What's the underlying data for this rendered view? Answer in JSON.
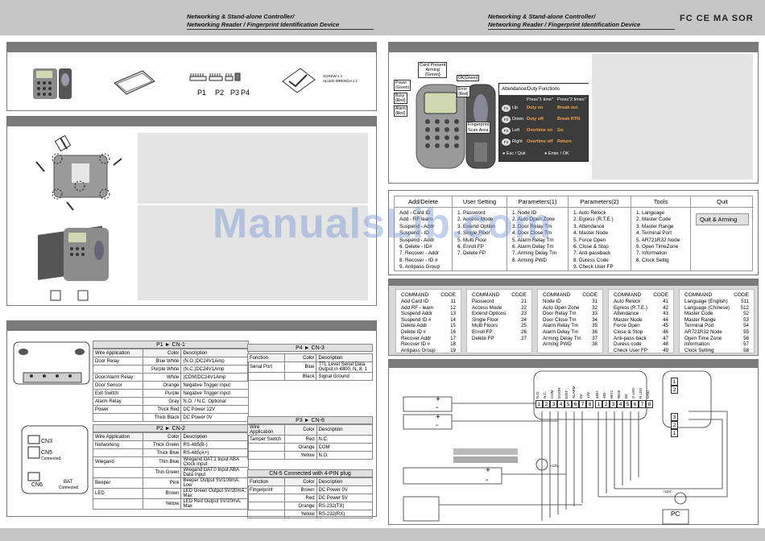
{
  "header": {
    "left_line1": "Networking & Stand-alone Controller/",
    "left_line2": "Networking Reader / Fingerprint Identification Device",
    "right_line1": "Networking & Stand-alone Controller/",
    "right_line2": "Networking Reader / Fingerprint Identification Device",
    "certs": "FC CE MA SOR"
  },
  "package": {
    "connectors": [
      "P1",
      "P2",
      "P3",
      "P4"
    ],
    "screw_note1": "SCREW x 2",
    "screw_note2": "ALLEN WRENCH x 1"
  },
  "device": {
    "labels": {
      "card_present": "Card Present",
      "arming": "Arming",
      "green": "(Green)",
      "power": "Power",
      "busy": "Busy",
      "red": "(Red)",
      "alarm": "Alarm",
      "ok": "OK",
      "error": "Error",
      "fingerprint": "Fingerprint",
      "scan_area": "Scan Area"
    },
    "attendance": {
      "title": "Attendance/Duty Functions",
      "press1": "Press\"1 time\"",
      "press2": "Press\"2 times\"",
      "rows": [
        {
          "key": "F1",
          "name": "Up",
          "a": "Duty on",
          "b": "Break out"
        },
        {
          "key": "F2",
          "name": "Down",
          "a": "Duty off",
          "b": "Break RTN"
        },
        {
          "key": "F3",
          "name": "Left",
          "a": "Overtime on",
          "b": "Go"
        },
        {
          "key": "F4",
          "name": "Right",
          "a": "Overtime off",
          "b": "Return"
        }
      ],
      "esc": "Esc / Quit",
      "enter": "Enter / OK"
    }
  },
  "menu": {
    "columns": [
      {
        "title": "Add/Delete",
        "items": [
          "Add - Card ID",
          "Add - RF learn",
          "Suspend - Addr",
          "Suspend - ID",
          "Suspend - Addr",
          "6. Delete - ID#",
          "7. Recover - Addr",
          "8. Recover - ID #",
          "9. Antipass Group"
        ]
      },
      {
        "title": "User Setting",
        "items": [
          "1. Password",
          "2. Access Mode",
          "3. Extend Option",
          "4. Single Floor",
          "5. Multi Floor",
          "6. Enroll FP",
          "7. Delete FP"
        ]
      },
      {
        "title": "Parameters(1)",
        "items": [
          "1. Node ID",
          "2. Auto Open Zone",
          "3. Door Relay Tm",
          "4. Door Close Tm",
          "5. Alarm Relay Tm",
          "6. Alarm Delay Tm",
          "7. Arming Delay Tm",
          "8. Arming PWD"
        ]
      },
      {
        "title": "Parameters(2)",
        "items": [
          "1. Auto Relock",
          "2. Egress (R.T.E.)",
          "3. Attendance",
          "4. Master Node",
          "5. Force Open",
          "6. Close & Stop",
          "7. Anti-passback",
          "8. Duress Code",
          "9. Check User FP"
        ]
      },
      {
        "title": "Tools",
        "items": [
          "1. Language",
          "2. Master Code",
          "3. Master Range",
          "4. Terminal Port",
          "5. AR721R32 Node",
          "6. Open TimeZone",
          "7. Information",
          "8. Clock Settig"
        ]
      },
      {
        "title": "Quit",
        "items": [
          "Quit & Arming"
        ]
      }
    ]
  },
  "codes": [
    {
      "head": [
        "COMMAND",
        "CODE"
      ],
      "rows": [
        [
          "Add Card ID",
          "11"
        ],
        [
          "Add RF - learn",
          "12"
        ],
        [
          "Suspend Addr",
          "13"
        ],
        [
          "Suspend ID #",
          "14"
        ],
        [
          "Delete Addr",
          "15"
        ],
        [
          "Delete ID #",
          "16"
        ],
        [
          "Recover Addr",
          "17"
        ],
        [
          "Recover ID #",
          "18"
        ],
        [
          "Antipass Group",
          "19"
        ]
      ]
    },
    {
      "head": [
        "COMMAND",
        "CODE"
      ],
      "rows": [
        [
          "Password",
          "21"
        ],
        [
          "Access Mode",
          "22"
        ],
        [
          "Extend Options",
          "23"
        ],
        [
          "Single Floor",
          "24"
        ],
        [
          "Multi Floors",
          "25"
        ],
        [
          "Enroll FP",
          "26"
        ],
        [
          "Delete FP",
          "27"
        ]
      ]
    },
    {
      "head": [
        "COMMAND",
        "CODE"
      ],
      "rows": [
        [
          "Node ID",
          "31"
        ],
        [
          "Auto Open Zone",
          "32"
        ],
        [
          "Door Relay Tm",
          "33"
        ],
        [
          "Door Close Tm",
          "34"
        ],
        [
          "Alarm Relay Tm",
          "35"
        ],
        [
          "Alarm Delay Tm",
          "36"
        ],
        [
          "Arming Delay Tm",
          "37"
        ],
        [
          "Arming PWD",
          "38"
        ]
      ]
    },
    {
      "head": [
        "COMMAND",
        "CODE"
      ],
      "rows": [
        [
          "Auto Relock",
          "41"
        ],
        [
          "Egress (R.T.E.)",
          "42"
        ],
        [
          "Attendance",
          "43"
        ],
        [
          "Master Node",
          "44"
        ],
        [
          "Force Open",
          "45"
        ],
        [
          "Close & Stop",
          "46"
        ],
        [
          "Anti-pass back",
          "47"
        ],
        [
          "Duress code",
          "48"
        ],
        [
          "Check User FP",
          "49"
        ]
      ]
    },
    {
      "head": [
        "COMMAND",
        "CODE"
      ],
      "rows": [
        [
          "Language (English)",
          "511"
        ],
        [
          "Language (Chinese)",
          "512"
        ],
        [
          "Master Code",
          "52"
        ],
        [
          "Master Range",
          "53"
        ],
        [
          "Terminal Port",
          "54"
        ],
        [
          "AR721R32 Node",
          "55"
        ],
        [
          "Open Time Zone",
          "56"
        ],
        [
          "Information",
          "57"
        ],
        [
          "Clock Setting",
          "58"
        ]
      ]
    }
  ],
  "wiring": {
    "board_labels": {
      "cn3": "CN3",
      "cn5": "CN5",
      "connected": "Connected",
      "cn6": "CN6",
      "bat": "BAT",
      "bat_connected": "Connected"
    },
    "p1": {
      "title": "P1 ► CN-1",
      "head": [
        "",
        "Color",
        "Description"
      ],
      "rows": [
        [
          "Wire Application",
          "Color",
          "Description"
        ],
        [
          "Door Relay",
          "Blue White",
          "(N.O.)DC24V1Amp"
        ],
        [
          "",
          "Purple White",
          "(N.C.)DC24V1Amp"
        ],
        [
          "Door/Alarm Relay",
          "White",
          "(COM)DC24V1Amp"
        ],
        [
          "Door Sensor",
          "Orange",
          "Negative Trigger input"
        ],
        [
          "Exit Switch",
          "Purple",
          "Negative Trigger input"
        ],
        [
          "Alarm Relay",
          "Gray",
          "N.O. / N.C. Optional"
        ],
        [
          "Power",
          "Thick Red",
          "DC Power 12V"
        ],
        [
          "",
          "Thick Black",
          "DC Power 0V"
        ]
      ]
    },
    "p2": {
      "title": "P2 ► CN-2",
      "rows": [
        [
          "Wire Application",
          "Color",
          "Description"
        ],
        [
          "Networking",
          "Thick Green",
          "RS-485(B-)"
        ],
        [
          "",
          "Thick Blue",
          "RS-485(A+)"
        ],
        [
          "Wiegand",
          "Thin Blue",
          "Wiegand DAT:1 Input ABA Clock Input"
        ],
        [
          "",
          "Thin Green",
          "Wiegand DAT:0 Input ABA Data Input"
        ],
        [
          "Beeper",
          "Pink",
          "Beeper Output 5V/100mA, Low"
        ],
        [
          "LED",
          "Brown",
          "LED Green Output 5V/20mA, Max"
        ],
        [
          "",
          "Yellow",
          "LED Red Output 5V/20mA, Max"
        ]
      ]
    },
    "p4": {
      "title": "P4 ► CN-3",
      "rows": [
        [
          "Function",
          "Color",
          "Description"
        ],
        [
          "Serial Port",
          "Blue",
          "TTL Level Serial Data Output in 4800, N, 8, 1"
        ],
        [
          "",
          "Black",
          "Signal Ground"
        ]
      ]
    },
    "p3": {
      "title": "P3 ► CN-6",
      "rows": [
        [
          "Wire Application",
          "Color",
          "Description"
        ],
        [
          "Tamper Switch",
          "Red",
          "N.C."
        ],
        [
          "",
          "Orange",
          "COM"
        ],
        [
          "",
          "Yellow",
          "N.O."
        ]
      ]
    },
    "cn5": {
      "title": "CN-5  Connected  with 4-PIN plug",
      "rows": [
        [
          "Function",
          "Color",
          "Description"
        ],
        [
          "Fingerprint",
          "Brown",
          "DC Power 0V"
        ],
        [
          "",
          "Red",
          "DC Power 5V"
        ],
        [
          "",
          "Orange",
          "RS-232(TX)"
        ],
        [
          "",
          "Yellow",
          "RS-232(RX)"
        ]
      ]
    }
  },
  "diagram": {
    "pins": [
      "1",
      "2",
      "3",
      "4",
      "5",
      "6",
      "7",
      "8",
      "1",
      "2",
      "3",
      "4",
      "5",
      "6",
      "7",
      "8"
    ],
    "top_labels": [
      "N.O.",
      "N.C.",
      "COM",
      "DOOR",
      "EXIT",
      "ALARM",
      "0V",
      "12V",
      "485+",
      "485-",
      "WG1",
      "WG0",
      "BZ",
      "G.LED",
      "R.LED",
      "GND"
    ],
    "right_pins": [
      "1",
      "2",
      "3",
      "2",
      "1"
    ],
    "pc_label": "PC",
    "v12_a": "+12V",
    "v12_b": "+12V"
  },
  "watermark": "ManualsLib.com"
}
